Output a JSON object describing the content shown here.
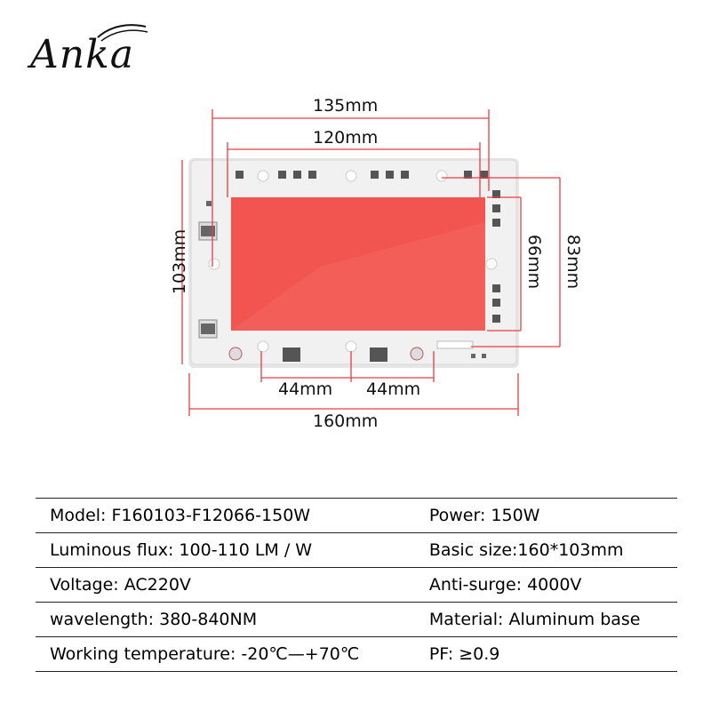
{
  "brand": {
    "logo_text": "Anka"
  },
  "dimensions": {
    "width_outer": "135mm",
    "width_inner": "120mm",
    "height_left": "103mm",
    "height_inner": "66mm",
    "height_outer": "83mm",
    "spacing_left": "44mm",
    "spacing_right": "44mm",
    "width_total": "160mm"
  },
  "specs": [
    {
      "left": "Model: F160103-F12066-150W",
      "right": "Power: 150W"
    },
    {
      "left": "Luminous flux: 100-110 LM / W",
      "right": "Basic size:160*103mm"
    },
    {
      "left": "Voltage: AC220V",
      "right": "Anti-surge: 4000V"
    },
    {
      "left": "wavelength:  380-840NM",
      "right": "Material: Aluminum base"
    },
    {
      "left": "Working temperature: -20℃—+70℃",
      "right": "PF: ≥0.9"
    }
  ],
  "colors": {
    "led_panel": "#f2554f",
    "dimension_line": "#e63e44",
    "board": "#f1f1f1"
  }
}
